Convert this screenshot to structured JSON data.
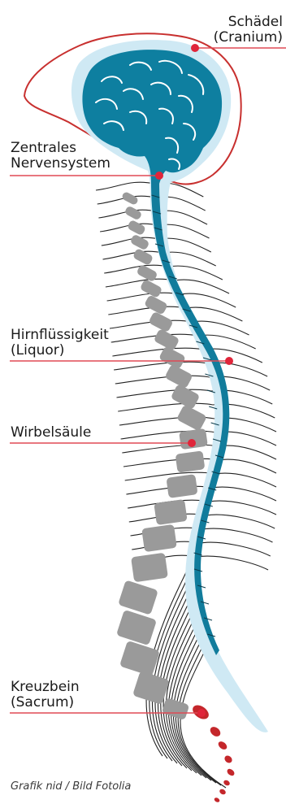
{
  "labels": {
    "schaedel": {
      "line1": "Schädel",
      "line2": "(Cranium)"
    },
    "zns": {
      "line1": "Zentrales",
      "line2": "Nervensystem"
    },
    "liquor": {
      "line1": "Hirnflüssigkeit",
      "line2": "(Liquor)"
    },
    "wirbelsaeule": {
      "line1": "Wirbelsäule"
    },
    "kreuzbein": {
      "line1": "Kreuzbein",
      "line2": "(Sacrum)"
    }
  },
  "credit": "Grafik nid / Bild Fotolia",
  "colors": {
    "brain": "#0e7fa0",
    "brain_halo": "#cfe9f4",
    "skull_outline": "#c8302f",
    "leader_line": "#e04a55",
    "leader_dot": "#e0253a",
    "vertebra": "#9a9a9a",
    "spinal_cord": "#117c9c",
    "csf": "#cbe7f3",
    "sacrum": "#c4272b",
    "nerves": "#222222"
  }
}
